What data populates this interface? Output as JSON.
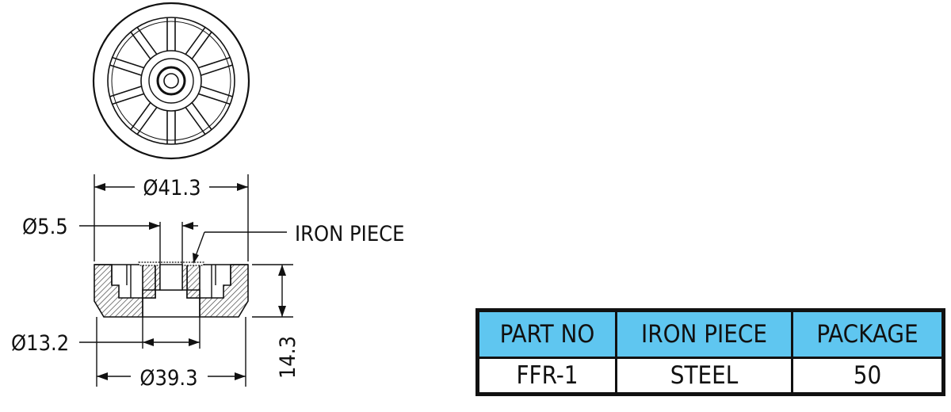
{
  "dimensions": {
    "outer_top_diameter": "Ø41.3",
    "hole_diameter": "Ø5.5",
    "bottom_bore_diameter": "Ø13.2",
    "outer_bottom_diameter": "Ø39.3",
    "height": "14.3"
  },
  "callout": {
    "label": "IRON PIECE"
  },
  "table": {
    "headers": [
      "PART NO",
      "IRON PIECE",
      "PACKAGE"
    ],
    "row": [
      "FFR-1",
      "STEEL",
      "50"
    ]
  },
  "colors": {
    "header_fill": "#5fc6f0",
    "line": "#111111",
    "hatch": "#555555"
  }
}
